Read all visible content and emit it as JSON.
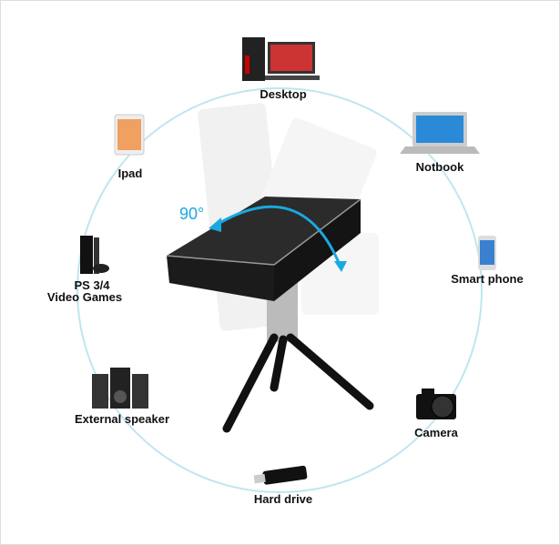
{
  "rotation_label": "90°",
  "devices": {
    "desktop": "Desktop",
    "notebook": "Notbook",
    "smartphone": "Smart phone",
    "camera": "Camera",
    "hard_drive": "Hard drive",
    "speaker": "External speaker",
    "ps_line1": "PS 3/4",
    "ps_line2": "Video Games",
    "ipad": "Ipad"
  },
  "colors": {
    "circle": "#bfe6f0",
    "arrow": "#1aa8e0"
  }
}
